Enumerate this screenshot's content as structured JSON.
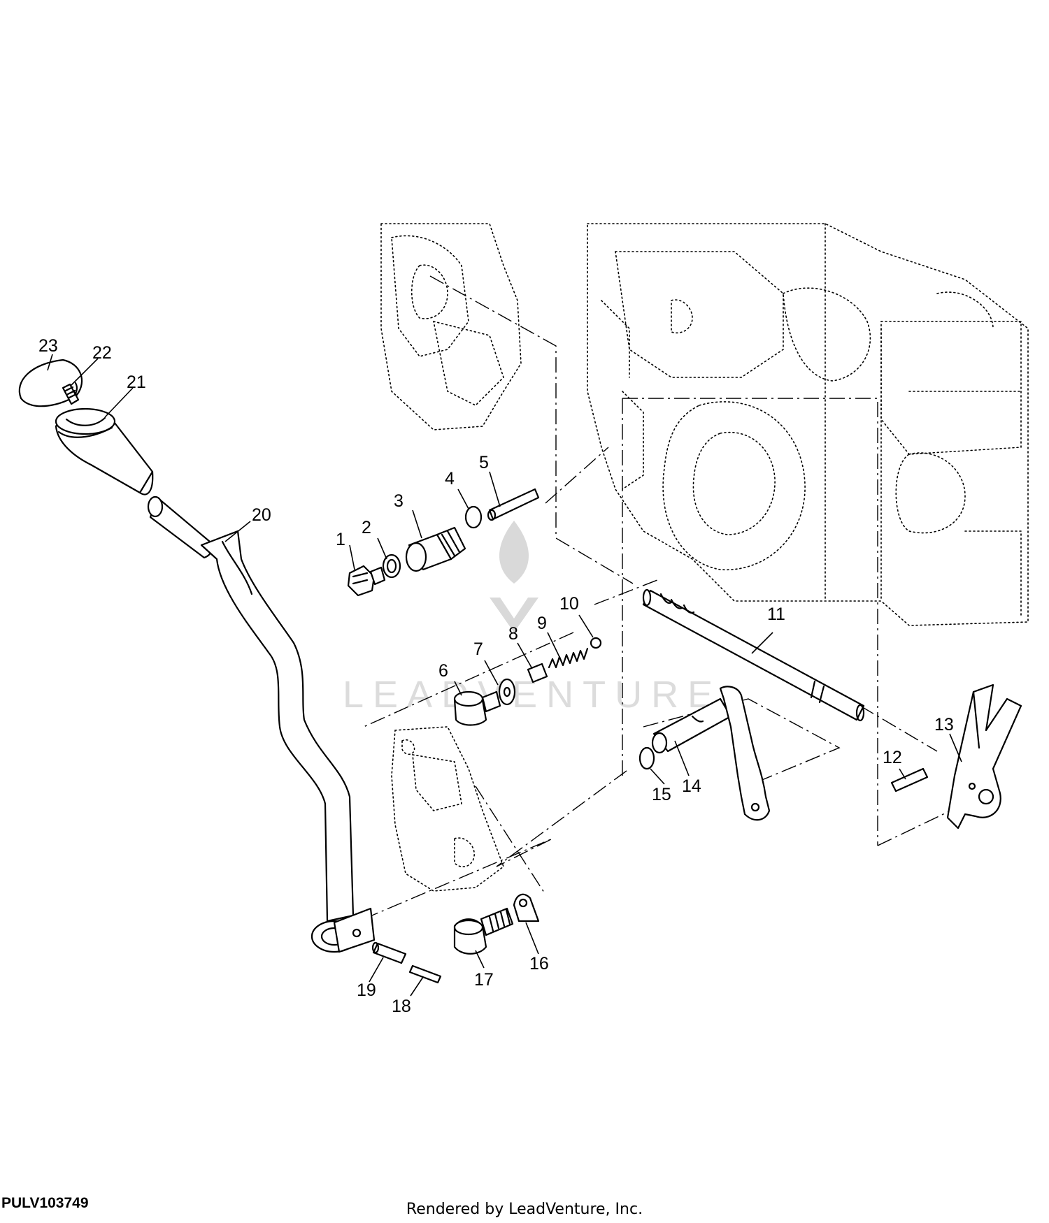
{
  "diagram": {
    "id_label": "PULV103749",
    "credit": "Rendered by LeadVenture, Inc.",
    "watermark": "LEADVENTURE"
  },
  "callouts": [
    "1",
    "2",
    "3",
    "4",
    "5",
    "6",
    "7",
    "8",
    "9",
    "10",
    "11",
    "12",
    "13",
    "14",
    "15",
    "16",
    "17",
    "18",
    "19",
    "20",
    "21",
    "22",
    "23"
  ]
}
